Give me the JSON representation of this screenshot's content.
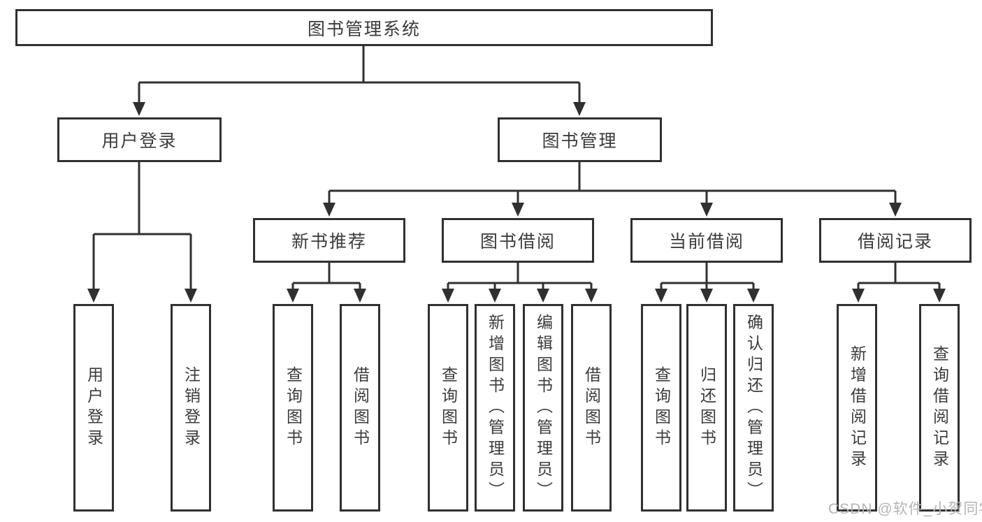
{
  "tree": {
    "root": {
      "label": "图书管理系统"
    },
    "branches": [
      {
        "label": "用户登录",
        "leaves": [
          "用户登录",
          "注销登录"
        ]
      },
      {
        "label": "图书管理",
        "groups": [
          {
            "label": "新书推荐",
            "leaves": [
              "查询图书",
              "借阅图书"
            ]
          },
          {
            "label": "图书借阅",
            "leaves": [
              "查询图书",
              "新增图书（管理员）",
              "编辑图书（管理员）",
              "借阅图书"
            ]
          },
          {
            "label": "当前借阅",
            "leaves": [
              "查询图书",
              "归还图书",
              "确认归还（管理员）"
            ]
          },
          {
            "label": "借阅记录",
            "leaves": [
              "新增借阅记录",
              "查询借阅记录"
            ]
          }
        ]
      }
    ]
  },
  "watermark": {
    "text": "CSDN @软件_小贺同学"
  },
  "colors": {
    "line": "#303030",
    "text": "#3b3b3b",
    "watermark": "#b5b5b5",
    "background": "#ffffff"
  }
}
